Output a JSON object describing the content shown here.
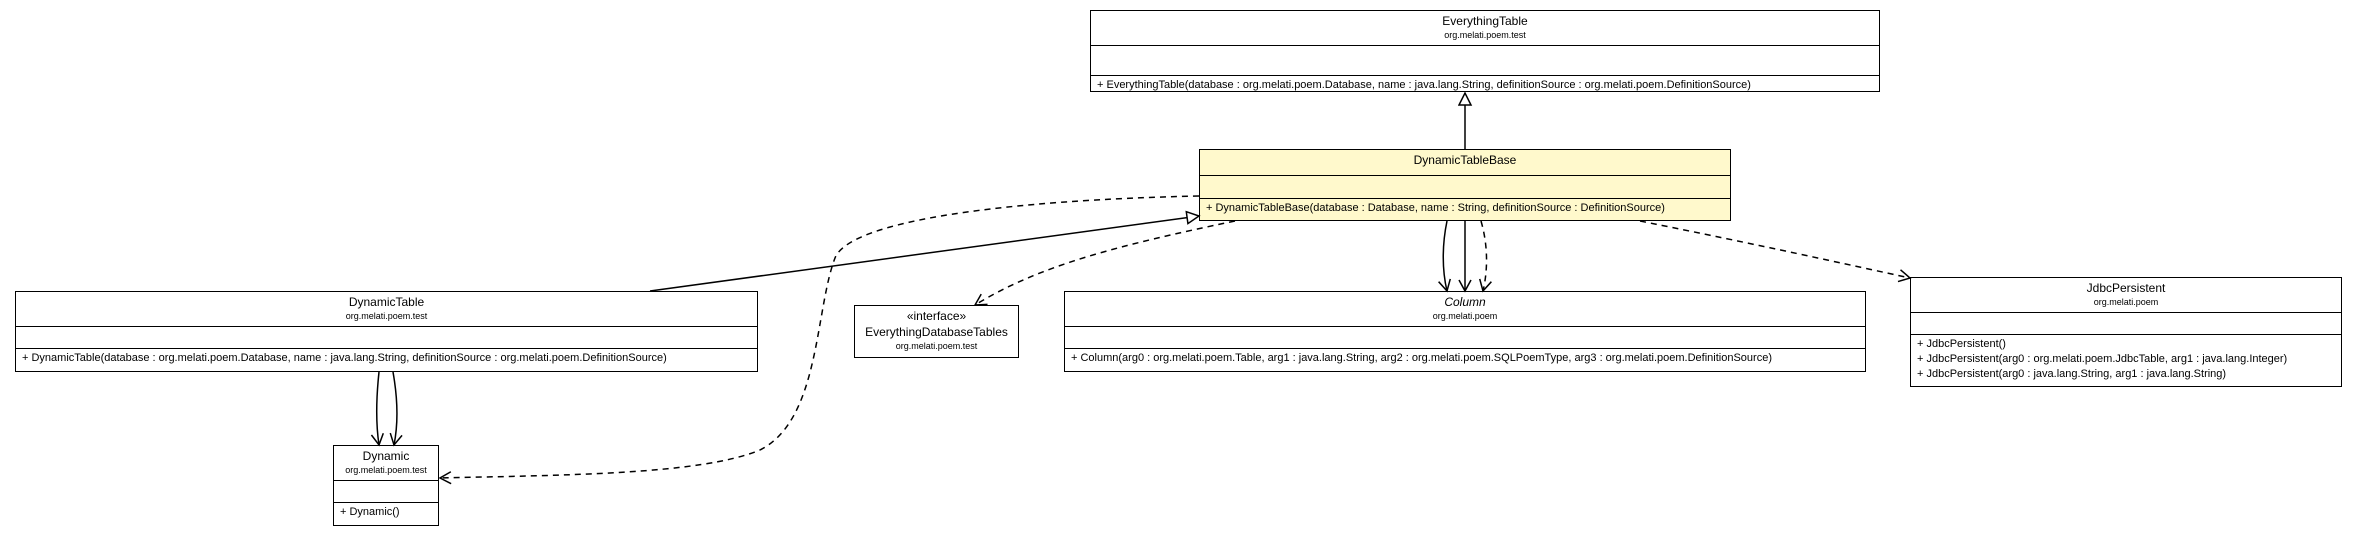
{
  "diagram": {
    "classes": {
      "everything_table": {
        "name": "EverythingTable",
        "package": "org.melati.poem.test",
        "operations": [
          "+ EverythingTable(database : org.melati.poem.Database, name : java.lang.String, definitionSource : org.melati.poem.DefinitionSource)"
        ]
      },
      "dynamic_table_base": {
        "name": "DynamicTableBase",
        "operations": [
          "+ DynamicTableBase(database : Database, name : String, definitionSource : DefinitionSource)"
        ]
      },
      "dynamic_table": {
        "name": "DynamicTable",
        "package": "org.melati.poem.test",
        "operations": [
          "+ DynamicTable(database : org.melati.poem.Database, name : java.lang.String, definitionSource : org.melati.poem.DefinitionSource)"
        ]
      },
      "everything_database_tables": {
        "stereotype": "«interface»",
        "name": "EverythingDatabaseTables",
        "package": "org.melati.poem.test"
      },
      "column": {
        "name": "Column",
        "package": "org.melati.poem",
        "operations": [
          "+ Column(arg0 : org.melati.poem.Table, arg1 : java.lang.String, arg2 : org.melati.poem.SQLPoemType, arg3 : org.melati.poem.DefinitionSource)"
        ]
      },
      "jdbc_persistent": {
        "name": "JdbcPersistent",
        "package": "org.melati.poem",
        "operations": [
          "+ JdbcPersistent()",
          "+ JdbcPersistent(arg0 : org.melati.poem.JdbcTable, arg1 : java.lang.Integer)",
          "+ JdbcPersistent(arg0 : java.lang.String, arg1 : java.lang.String)"
        ]
      },
      "dynamic": {
        "name": "Dynamic",
        "package": "org.melati.poem.test",
        "operations": [
          "+ Dynamic()"
        ]
      }
    },
    "colors": {
      "highlight_fill": "#fff9cc",
      "line": "#000000",
      "background": "#ffffff"
    }
  }
}
